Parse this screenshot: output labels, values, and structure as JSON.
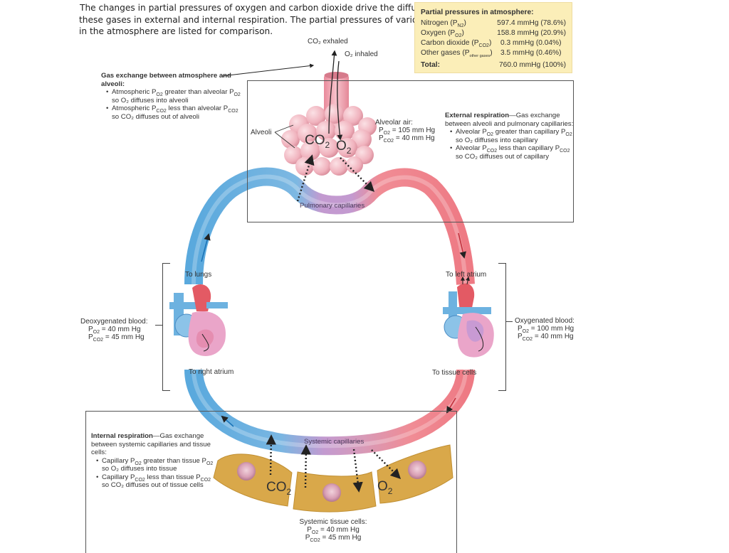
{
  "caption": {
    "lines": [
      "The changes in partial pressures of oxygen and carbon dioxide drive the diffusion of",
      "these gases in external and internal respiration. The partial pressures of various gases",
      "in the atmosphere are listed for comparison."
    ]
  },
  "atmosphere_table": {
    "title": "Partial pressures in atmosphere:",
    "rows": [
      {
        "name": "Nitrogen (P",
        "sub": "N2",
        "close": ")",
        "value": "597.4 mmHg (78.6%)"
      },
      {
        "name": "Oxygen (P",
        "sub": "O2",
        "close": ")",
        "value": "158.8 mmHg (20.9%)"
      },
      {
        "name": "Carbon dioxide (P",
        "sub": "CO2",
        "close": ")",
        "value": "0.3 mmHg (0.04%)"
      },
      {
        "name": "Other gases (P",
        "sub": "other gases",
        "close": ")",
        "value": "3.5 mmHg (0.46%)"
      }
    ],
    "total": {
      "name": "Total:",
      "value": "760.0 mmHg (100%)"
    }
  },
  "top_labels": {
    "co2_exhaled": "CO₂ exhaled",
    "o2_inhaled": "O₂ inhaled",
    "alveoli": "Alveoli",
    "co2_big": "CO",
    "co2_big_sub": "2",
    "o2_big": "O",
    "o2_big_sub": "2",
    "pulmonary_capillaries": "Pulmonary capillaries"
  },
  "alveolar_air": {
    "title": "Alveolar air:",
    "po2": "= 105 mm Hg",
    "pco2": "= 40 mm Hg"
  },
  "gas_exchange_atmosphere": {
    "heading": "Gas exchange between atmosphere and alveoli:",
    "bullets": [
      {
        "a": "Atmospheric P",
        "a_sub": "O2",
        "b": " greater than alveolar P",
        "b_sub": "O2",
        "c": " so O₂ diffuses into alveoli"
      },
      {
        "a": "Atmospheric P",
        "a_sub": "CO2",
        "b": " less than alveolar P",
        "b_sub": "CO2",
        "c": " so CO₂ diffuses out of alveoli"
      }
    ]
  },
  "external_respiration": {
    "heading": "External respiration",
    "heading_rest": "—Gas exchange between alveoli and pulmonary capillaries:",
    "bullets": [
      {
        "a": "Alveolar P",
        "a_sub": "O2",
        "b": " greater than capillary P",
        "b_sub": "O2",
        "c": " so O₂ diffuses into capillary"
      },
      {
        "a": "Alveolar P",
        "a_sub": "CO2",
        "b": " less than capillary P",
        "b_sub": "CO2",
        "c": " so CO₂ diffuses out of capillary"
      }
    ]
  },
  "left_heart": {
    "to_lungs": "To lungs",
    "to_right_atrium": "To right atrium",
    "title": "Deoxygenated blood:",
    "po2": "= 40 mm Hg",
    "pco2": "= 45 mm Hg"
  },
  "right_heart": {
    "to_left_atrium": "To left atrium",
    "to_tissue_cells": "To tissue cells",
    "title": "Oxygenated blood:",
    "po2": "= 100 mm Hg",
    "pco2": "= 40 mm Hg"
  },
  "internal_respiration": {
    "heading": "Internal respiration",
    "heading_rest": "—Gas exchange between systemic capillaries and tissue cells:",
    "bullets": [
      {
        "a": "Capillary P",
        "a_sub": "O2",
        "b": " greater than tissue P",
        "b_sub": "O2",
        "c": " so O₂ diffuses into tissue"
      },
      {
        "a": "Capillary P",
        "a_sub": "CO2",
        "b": " less than tissue P",
        "b_sub": "CO2",
        "c": " so CO₂ diffuses out of tissue cells"
      }
    ]
  },
  "systemic": {
    "capillaries": "Systemic capillaries",
    "co2_big": "CO",
    "co2_big_sub": "2",
    "o2_big": "O",
    "o2_big_sub": "2",
    "tissue_title": "Systemic tissue cells:",
    "po2": "= 40 mm Hg",
    "pco2": "= 45 mm Hg"
  },
  "symbols": {
    "P": "P",
    "O2": "O2",
    "CO2": "CO2"
  },
  "colors": {
    "deoxygenated": "#5aa9dd",
    "oxygenated": "#ef8088",
    "capillary": "#c39ad0",
    "tissue": "#d9a84a",
    "alveoli": "#f0b7c0",
    "table_bg": "#fbeeb8"
  }
}
